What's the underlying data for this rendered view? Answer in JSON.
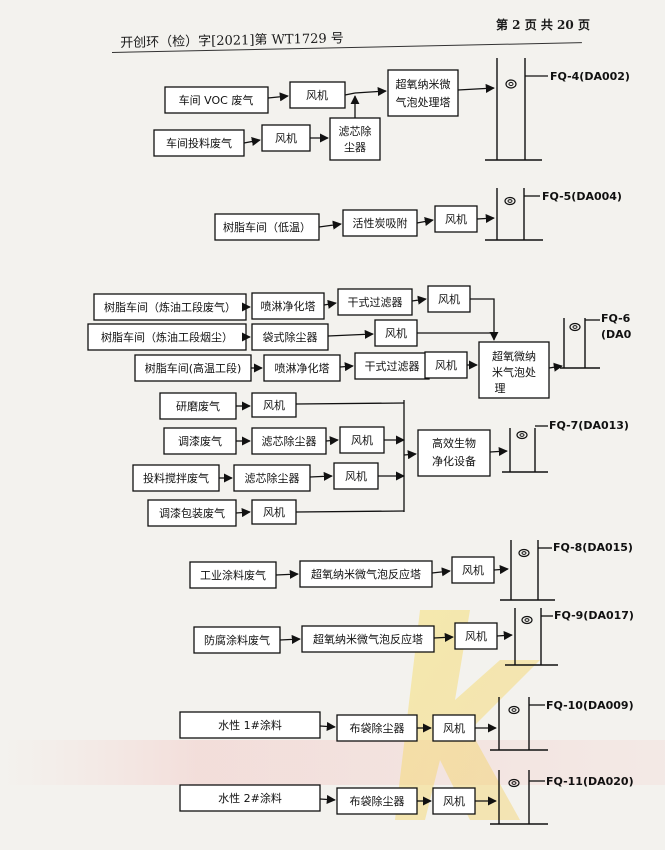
{
  "header": {
    "doc_title": "开创环（检）字[2021]第 WT1729 号",
    "page_info": "第 2 页 共 20 页"
  },
  "diagram": {
    "boxes": {
      "b1_src1": "车间 VOC 废气",
      "b1_src2": "车间投料废气",
      "b1_fan1": "风机",
      "b1_fan2": "风机",
      "b1_filter_1": "滤芯除",
      "b1_filter_2": "尘器",
      "b1_tower_1": "超氧纳米微",
      "b1_tower_2": "气泡处理塔",
      "b2_src": "树脂车间（低温）",
      "b2_carbon": "活性炭吸附",
      "b2_fan": "风机",
      "b3_src1": "树脂车间（炼油工段废气）",
      "b3_src2": "树脂车间（炼油工段烟尘）",
      "b3_src3": "树脂车间(高温工段)",
      "b3_spray1": "喷淋净化塔",
      "b3_bag": "袋式除尘器",
      "b3_spray2": "喷淋净化塔",
      "b3_dry1": "干式过滤器",
      "b3_dry2": "干式过滤器",
      "b3_fan1": "风机",
      "b3_fan2": "风机",
      "b3_fan3": "风机",
      "b3_tower_1": "超氧微纳",
      "b3_tower_2": "米气泡处",
      "b3_tower_3": "理",
      "b4_src1": "研磨废气",
      "b4_src2": "调漆废气",
      "b4_src3": "投料搅拌废气",
      "b4_src4": "调漆包装废气",
      "b4_fan1": "风机",
      "b4_filter2": "滤芯除尘器",
      "b4_fan2": "风机",
      "b4_filter3": "滤芯除尘器",
      "b4_fan3": "风机",
      "b4_fan4": "风机",
      "b4_bio_1": "高效生物",
      "b4_bio_2": "净化设备",
      "b5_src": "工业涂料废气",
      "b5_tower": "超氧纳米微气泡反应塔",
      "b5_fan": "风机",
      "b6_src": "防腐涂料废气",
      "b6_tower": "超氧纳米微气泡反应塔",
      "b6_fan": "风机",
      "b7_src": "水性 1#涂料",
      "b7_bag": "布袋除尘器",
      "b7_fan": "风机",
      "b8_src": "水性 2#涂料",
      "b8_bag": "布袋除尘器",
      "b8_fan": "风机"
    },
    "outlets": {
      "fq4": "FQ-4(DA002)",
      "fq5": "FQ-5(DA004)",
      "fq6_1": "FQ-6",
      "fq6_2": "(DA0",
      "fq7": "FQ-7(DA013)",
      "fq8": "FQ-8(DA015)",
      "fq9": "FQ-9(DA017)",
      "fq10": "FQ-10(DA009)",
      "fq11": "FQ-11(DA020)"
    }
  }
}
